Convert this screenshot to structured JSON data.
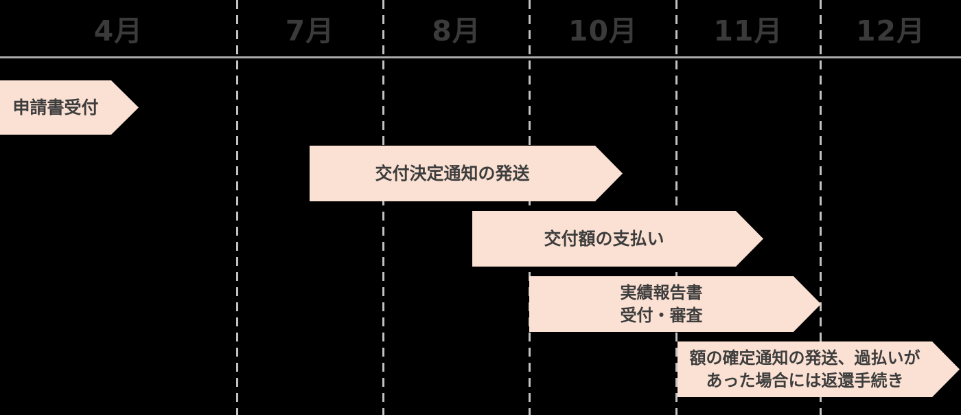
{
  "months": [
    "4月",
    "7月",
    "8月",
    "10月",
    "11月",
    "12月"
  ],
  "tasks": [
    {
      "lines": [
        "申請書受付"
      ]
    },
    {
      "lines": [
        "交付決定通知の発送"
      ]
    },
    {
      "lines": [
        "交付額の支払い"
      ]
    },
    {
      "lines": [
        "実績報告書",
        "受付・審査"
      ]
    },
    {
      "lines": [
        "額の確定通知の発送、過払いが",
        "あった場合には返還手続き"
      ]
    }
  ],
  "colors": {
    "background": "#000000",
    "bar_fill": "#fbe1d3",
    "bar_text": "#3d3d3d",
    "month_text": "#3a3a3a",
    "axis_line": "#ababab",
    "gridline": "#c2c2c2"
  }
}
